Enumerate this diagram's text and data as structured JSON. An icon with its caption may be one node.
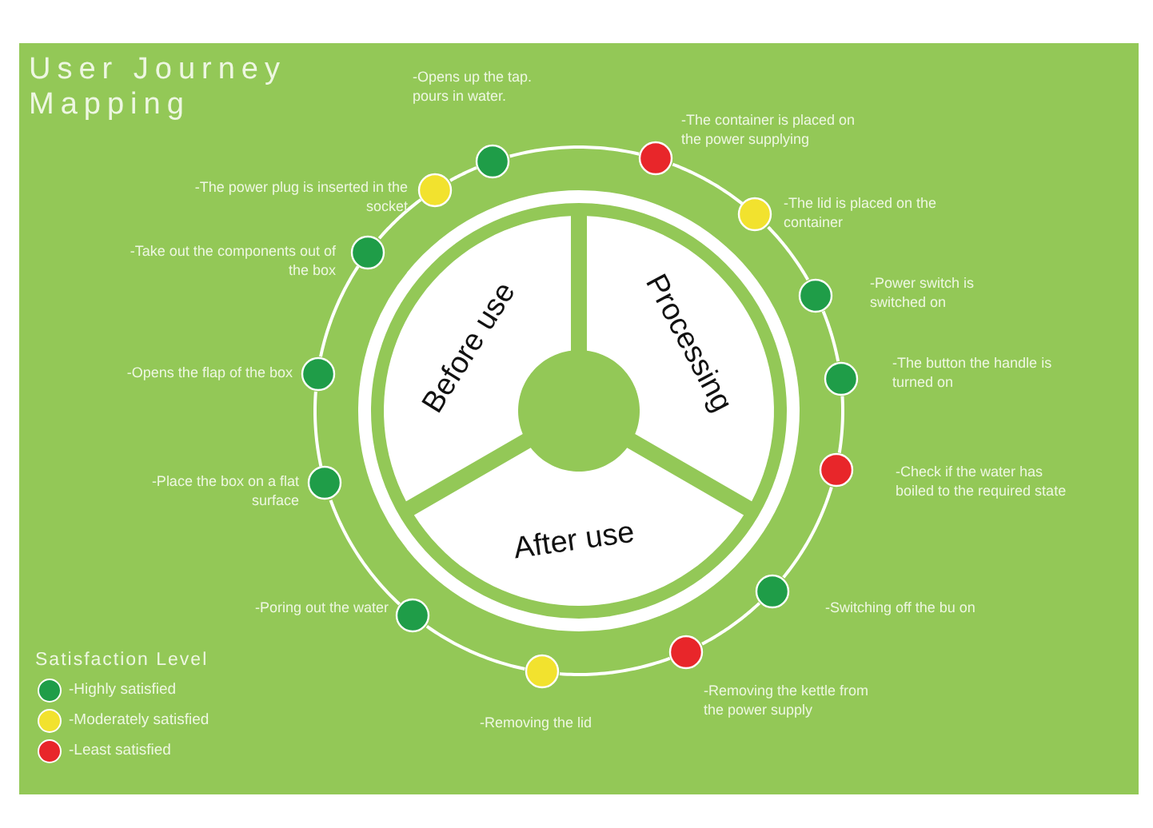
{
  "diagram": {
    "title": "User Journey Mapping",
    "nodes": [
      {
        "text": [
          "Before use"
        ]
      },
      {
        "text": [
          "Processing"
        ]
      },
      {
        "text": [
          "After use"
        ]
      },
      {
        "text": [],
        "shape": "circle",
        "beside": [
          "-Place the box on a flat surface"
        ]
      },
      {
        "text": [],
        "shape": "circle",
        "beside": [
          "-Opens the flap of the box"
        ]
      },
      {
        "text": [],
        "shape": "circle",
        "beside": [
          "-Take out the components out of the box"
        ]
      },
      {
        "text": [],
        "shape": "circle",
        "beside": [
          "-The power plug is inserted in the socket"
        ]
      },
      {
        "text": [],
        "shape": "circle",
        "beside": [
          "-Opens up the tap. pours in water."
        ]
      },
      {
        "text": [],
        "shape": "circle",
        "beside": [
          "-The container is placed on the power supplying"
        ]
      },
      {
        "text": [],
        "shape": "circle",
        "beside": [
          "-The lid is placed on the container"
        ]
      },
      {
        "text": [],
        "shape": "circle",
        "beside": [
          "-Power switch is switched on"
        ]
      },
      {
        "text": [],
        "shape": "circle",
        "beside": [
          "-The button the handle is turned on"
        ]
      },
      {
        "text": [],
        "shape": "circle",
        "beside": [
          "-Check if the water has boiled to the required state"
        ]
      },
      {
        "text": [],
        "shape": "circle",
        "beside": [
          "-Switching off the bu on"
        ]
      },
      {
        "text": [],
        "shape": "circle",
        "beside": [
          "-Removing the kettle from the power supply"
        ]
      },
      {
        "text": [],
        "shape": "circle",
        "beside": [
          "-Removing the lid"
        ]
      },
      {
        "text": [],
        "shape": "circle",
        "beside": [
          "-Poring out the water"
        ]
      }
    ],
    "edges": [
      {
        "from": 3,
        "to": 4,
        "arrow": "none"
      },
      {
        "from": 4,
        "to": 5,
        "arrow": "none"
      },
      {
        "from": 5,
        "to": 6,
        "arrow": "none"
      },
      {
        "from": 6,
        "to": 7,
        "arrow": "none"
      },
      {
        "from": 7,
        "to": 8,
        "arrow": "none"
      },
      {
        "from": 8,
        "to": 9,
        "arrow": "none"
      },
      {
        "from": 9,
        "to": 10,
        "arrow": "none"
      },
      {
        "from": 10,
        "to": 11,
        "arrow": "none"
      },
      {
        "from": 11,
        "to": 12,
        "arrow": "none"
      },
      {
        "from": 12,
        "to": 13,
        "arrow": "none"
      },
      {
        "from": 13,
        "to": 14,
        "arrow": "none"
      },
      {
        "from": 14,
        "to": 15,
        "arrow": "none"
      },
      {
        "from": 15,
        "to": 16,
        "arrow": "none"
      },
      {
        "from": 16,
        "to": 3,
        "arrow": "none"
      }
    ],
    "labels": [
      "Satisfaction Level"
    ],
    "legend": [
      {
        "text": "-Highly satisfied",
        "color": "#1f9d48"
      },
      {
        "text": "-Moderately satisfied",
        "color": "#f2e22e"
      },
      {
        "text": "-Least  satisfied",
        "color": "#e8262a"
      }
    ]
  }
}
